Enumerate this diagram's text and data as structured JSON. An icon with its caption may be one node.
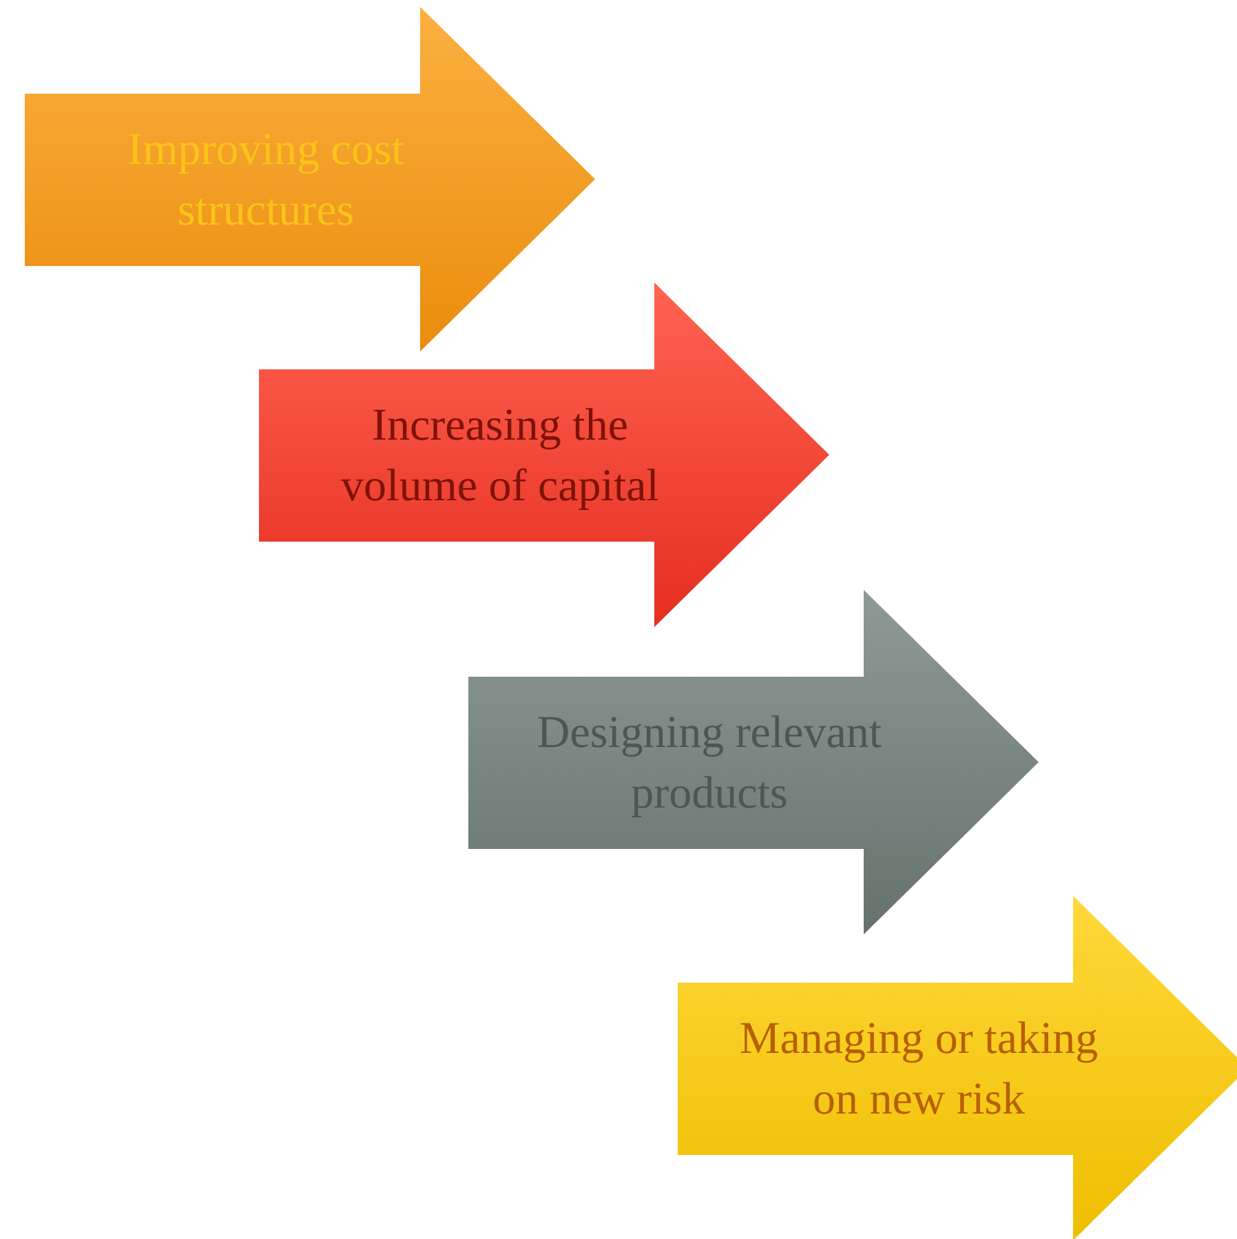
{
  "diagram": {
    "nodes": [
      {
        "text": [
          "Improving cost structures"
        ]
      },
      {
        "text": [
          "Increasing the volume of capital"
        ]
      },
      {
        "text": [
          "Designing relevant products"
        ]
      },
      {
        "text": [
          "Managing or taking on new risk"
        ]
      }
    ]
  }
}
